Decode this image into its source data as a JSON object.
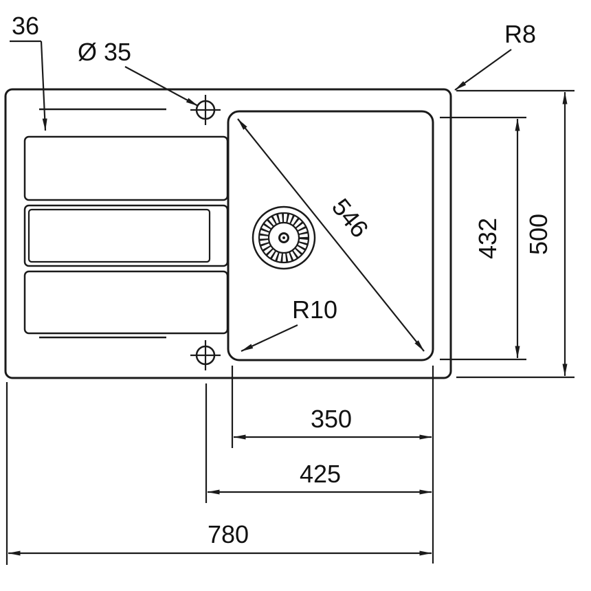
{
  "diagram": {
    "type": "technical-drawing",
    "dimensions": {
      "ledge_width": "36",
      "tap_hole_diameter": "Ø 35",
      "outer_corner_radius": "R8",
      "bowl_diagonal": "546",
      "bowl_inner_height": "432",
      "overall_height": "500",
      "bowl_corner_radius": "R10",
      "bowl_width": "350",
      "bowl_offset_width": "425",
      "overall_width": "780"
    },
    "colors": {
      "line": "#1a1a1a",
      "background": "#ffffff"
    }
  }
}
